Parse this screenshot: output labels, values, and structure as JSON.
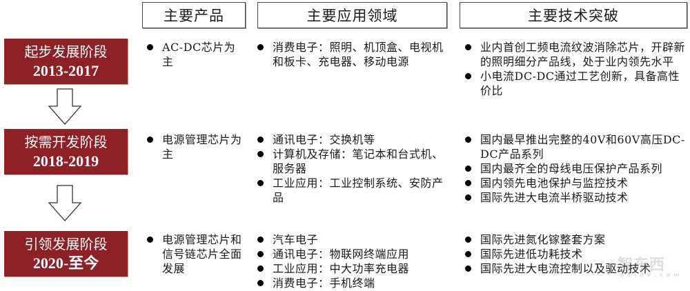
{
  "headers": {
    "products": "主要产品",
    "applications": "主要应用领域",
    "breakthroughs": "主要技术突破"
  },
  "stages": [
    {
      "name": "起步发展阶段",
      "years": "2013-2017",
      "products": [
        "AC-DC芯片为主"
      ],
      "applications": [
        "消费电子：照明、机顶盒、电视机和板卡、充电器、移动电源"
      ],
      "breakthroughs": [
        "业内首创工频电流纹波消除芯片，开辟新的照明细分产品线，处于业内领先水平",
        "小电流DC-DC通过工艺创新，具备高性价比"
      ]
    },
    {
      "name": "按需开发阶段",
      "years": "2018-2019",
      "products": [
        "电源管理芯片为主"
      ],
      "applications": [
        "通讯电子：交换机等",
        "计算机及存储：笔记本和台式机、服务器",
        "工业应用：工业控制系统、安防产品"
      ],
      "breakthroughs": [
        "国内最早推出完整的40V和60V高压DC-DC产品系列",
        "国内最齐全的母线电压保护产品系列",
        "国内领先电池保护与监控技术",
        "国际先进大电流半桥驱动技术"
      ]
    },
    {
      "name": "引领发展阶段",
      "years": "2020-至今",
      "products": [
        "电源管理芯片和信号链芯片全面发展"
      ],
      "applications": [
        "汽车电子",
        "通讯电子：物联网终端应用",
        "工业应用：中大功率充电器",
        "消费电子：手机终端"
      ],
      "breakthroughs": [
        "国际先进氮化镓整套方案",
        "国际先进低功耗技术",
        "国际先进大电流控制以及驱动技术"
      ]
    }
  ],
  "colors": {
    "stage_fill": "#8d2126",
    "stage_text": "#ffffff",
    "header_border": "#444444"
  },
  "watermark": {
    "main": "智东西",
    "sub": "zhidx.com"
  }
}
